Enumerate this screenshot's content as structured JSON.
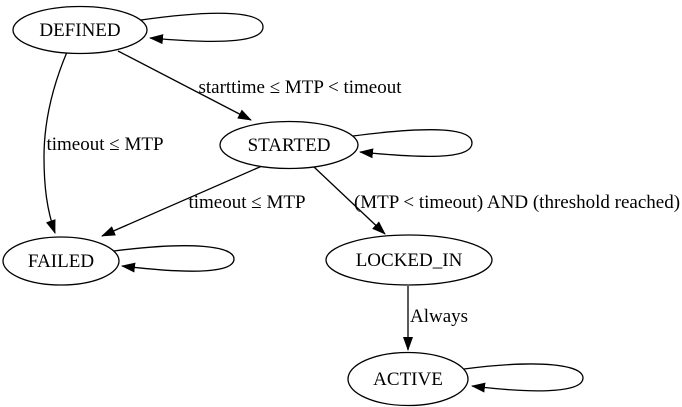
{
  "diagram": {
    "title": "state-machine-diagram",
    "background_color": "#ffffff",
    "stroke_color": "#000000",
    "text_color": "#000000",
    "nodes": [
      {
        "id": "DEFINED",
        "label": "DEFINED",
        "self_loop": true
      },
      {
        "id": "STARTED",
        "label": "STARTED",
        "self_loop": true
      },
      {
        "id": "FAILED",
        "label": "FAILED",
        "self_loop": true
      },
      {
        "id": "LOCKED_IN",
        "label": "LOCKED_IN",
        "self_loop": false
      },
      {
        "id": "ACTIVE",
        "label": "ACTIVE",
        "self_loop": true
      }
    ],
    "edges": [
      {
        "from": "DEFINED",
        "to": "STARTED",
        "label": "starttime ≤ MTP < timeout"
      },
      {
        "from": "DEFINED",
        "to": "FAILED",
        "label": "timeout ≤ MTP"
      },
      {
        "from": "STARTED",
        "to": "FAILED",
        "label": "timeout ≤ MTP"
      },
      {
        "from": "STARTED",
        "to": "LOCKED_IN",
        "label": "(MTP < timeout) AND (threshold reached)"
      },
      {
        "from": "LOCKED_IN",
        "to": "ACTIVE",
        "label": "Always"
      }
    ]
  }
}
